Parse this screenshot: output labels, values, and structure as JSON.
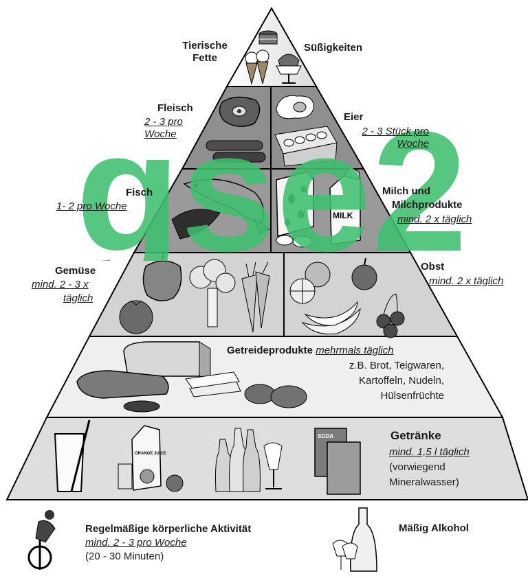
{
  "watermark": "gse2",
  "tiers": {
    "top": {
      "left_title": "Tierische Fette",
      "right_title": "Süßigkeiten"
    },
    "meat_eggs": {
      "left_title": "Fleisch",
      "left_freq": "2 - 3 pro Woche",
      "right_title": "Eier",
      "right_freq": "2 - 3 Stück pro Woche"
    },
    "fish_milk": {
      "left_title": "Fisch",
      "left_freq": "1- 2 pro Woche",
      "right_title_line1": "Milch und",
      "right_title_line2": "Milchprodukte",
      "right_freq": "mind. 2 x täglich"
    },
    "veg_fruit": {
      "left_title": "Gemüse",
      "left_freq_line1": "mind. 2 - 3 x",
      "left_freq_line2": "täglich",
      "right_title": "Obst",
      "right_freq": "mind. 2 x täglich"
    },
    "grains": {
      "title": "Getreideprodukte",
      "freq": "mehrmals täglich",
      "ex1": "z.B. Brot, Teigwaren,",
      "ex2": "Kartoffeln, Nudeln,",
      "ex3": "Hülsenfrüchte"
    },
    "drinks": {
      "title": "Getränke",
      "freq": "mind. 1,5 l täglich",
      "note1": "(vorwiegend",
      "note2": "Mineralwasser)",
      "juice_label": "ORANGE JUICE",
      "soda_label": "SODA",
      "milk_label": "MILK"
    }
  },
  "footer": {
    "activity_title": "Regelmäßige körperliche Aktivität",
    "activity_freq": "mind. 2 - 3 pro Woche",
    "activity_duration": "(20 -  30 Minuten)",
    "alcohol": "Mäßig Alkohol"
  },
  "colors": {
    "watermark": "#3dbf6e",
    "band_dark": "#8a8a8a",
    "band_light": "#e3e3e3"
  }
}
